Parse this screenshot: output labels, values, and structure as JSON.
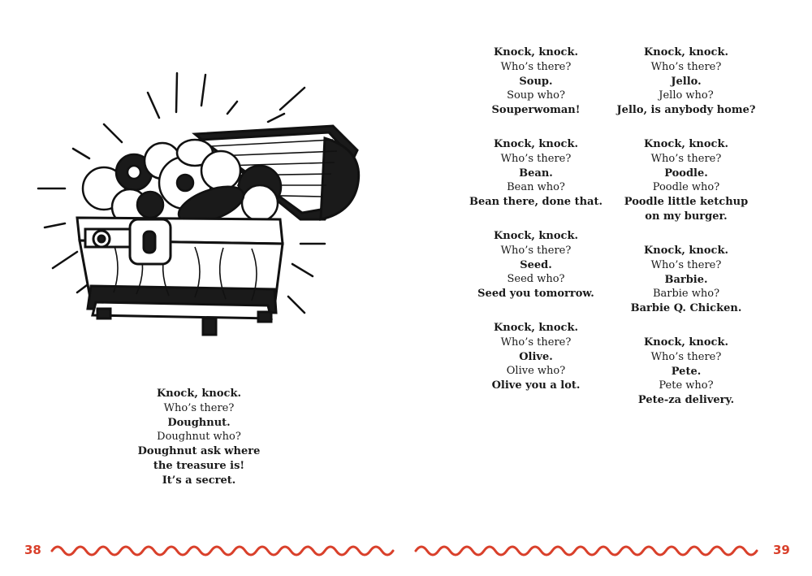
{
  "left_page": {
    "page_number": "38",
    "joke": {
      "lines": [
        "Knock, knock.",
        "Who’s there?",
        "Doughnut.",
        "Doughnut who?",
        "Doughnut ask where",
        "the treasure is!",
        "It’s a secret."
      ]
    }
  },
  "right_page": {
    "page_number": "39",
    "jokes_col1": [
      {
        "lines": [
          "Knock, knock.",
          "Who’s there?",
          "Soup.",
          "Soup who?",
          "Souperwoman!"
        ]
      },
      {
        "lines": [
          "Knock, knock.",
          "Who’s there?",
          "Bean.",
          "Bean who?",
          "Bean there, done that."
        ]
      },
      {
        "lines": [
          "Knock, knock.",
          "Who’s there?",
          "Seed.",
          "Seed who?",
          "Seed you tomorrow."
        ]
      },
      {
        "lines": [
          "Knock, knock.",
          "Who’s there?",
          "Olive.",
          "Olive who?",
          "Olive you a lot."
        ]
      }
    ],
    "jokes_col2": [
      {
        "lines": [
          "Knock, knock.",
          "Who’s there?",
          "Jello.",
          "Jello who?",
          "Jello, is anybody home?"
        ]
      },
      {
        "lines": [
          "Knock, knock.",
          "Who’s there?",
          "Poodle.",
          "Poodle who?",
          "Poodle little ketchup",
          "on my burger."
        ]
      },
      {
        "lines": [
          "Knock, knock.",
          "Who’s there?",
          "Barbie.",
          "Barbie who?",
          "Barbie Q. Chicken."
        ]
      },
      {
        "lines": [
          "Knock, knock.",
          "Who’s there?",
          "Pete.",
          "Pete who?",
          "Pete-za delivery."
        ]
      }
    ]
  },
  "illustration": {
    "icon": "treasure-chest-of-doughnuts"
  },
  "colors": {
    "accent": "#d9402b",
    "ink": "#1a1a1a"
  }
}
